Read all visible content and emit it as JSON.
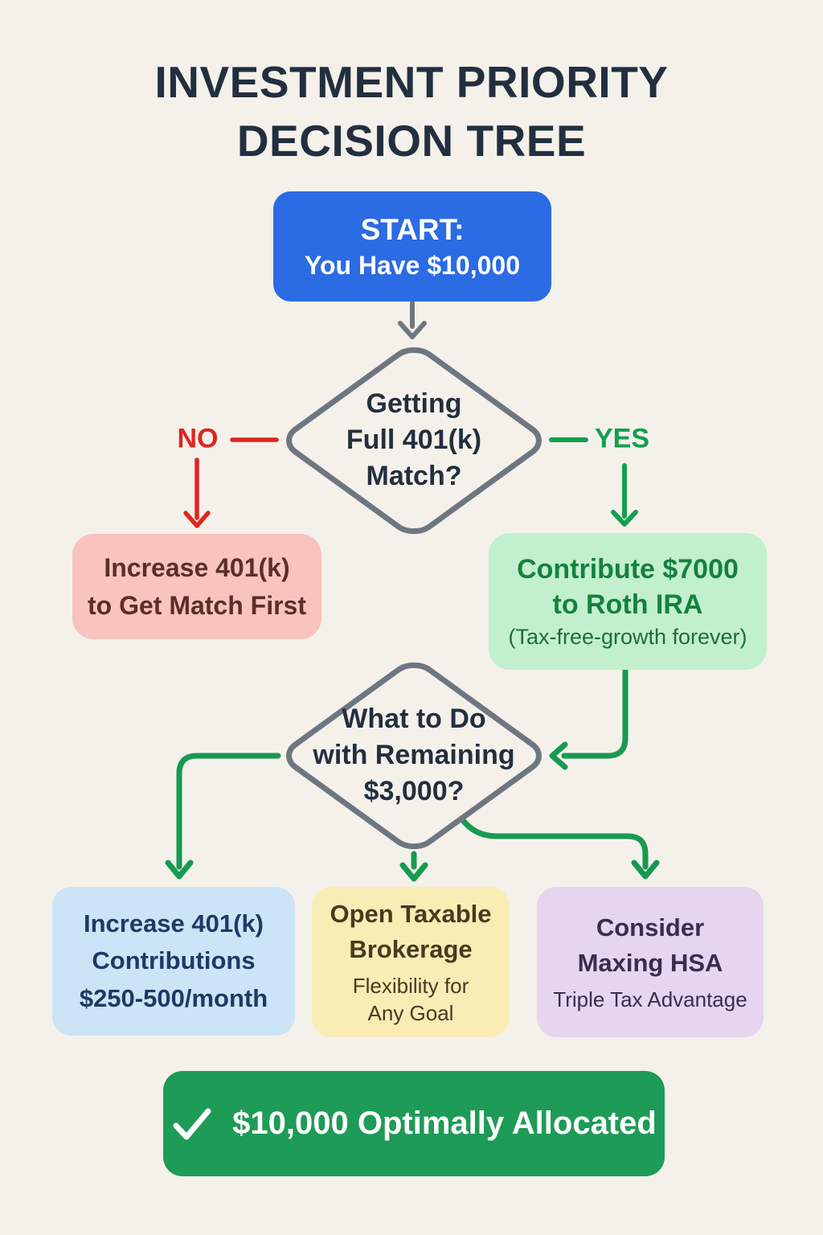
{
  "title": {
    "line1": "INVESTMENT PRIORITY",
    "line2": "DECISION TREE"
  },
  "start_box": {
    "line1": "START:",
    "line2": "You Have $10,000"
  },
  "decision_401k_match": {
    "line1": "Getting",
    "line2": "Full 401(k)",
    "line3": "Match?"
  },
  "branch_labels": {
    "no": "NO",
    "yes": "YES"
  },
  "no_outcome_box": {
    "line1": "Increase 401(k)",
    "line2": "to Get Match First"
  },
  "yes_outcome_box": {
    "line1": "Contribute $7000",
    "line2": "to Roth IRA",
    "note": "(Tax-free-growth forever)"
  },
  "decision_remaining": {
    "line1": "What to Do",
    "line2": "with Remaining",
    "line3": "$3,000?"
  },
  "option_401k": {
    "line1": "Increase 401(k)",
    "line2": "Contributions",
    "line3": "$250-500/month"
  },
  "option_brokerage": {
    "line1": "Open Taxable",
    "line2": "Brokerage",
    "note1": "Flexibility for",
    "note2": "Any Goal"
  },
  "option_hsa": {
    "line1": "Consider",
    "line2": "Maxing HSA",
    "note": "Triple Tax Advantage"
  },
  "footer_banner": {
    "icon": "check-icon",
    "text": "$10,000 Optimally Allocated"
  },
  "colors": {
    "background": "#F4F1EB",
    "title_text": "#232F3E",
    "start_blue": "#2B6BE3",
    "diamond_border": "#6E7780",
    "no_red": "#E0251F",
    "yes_green": "#12A04E",
    "no_box_bg": "#F9C3BE",
    "no_box_text": "#5B2E2A",
    "yes_box_bg": "#C2F0CE",
    "yes_box_text": "#15813F",
    "option_401k_bg": "#CBE4F6",
    "option_401k_text": "#1D3A66",
    "option_brokerage_bg": "#FAECB5",
    "option_brokerage_text": "#473A1F",
    "option_hsa_bg": "#E7D5EF",
    "option_hsa_text": "#3B2B51",
    "banner_bg": "#1E9B57",
    "banner_text": "#FFFFFF"
  }
}
